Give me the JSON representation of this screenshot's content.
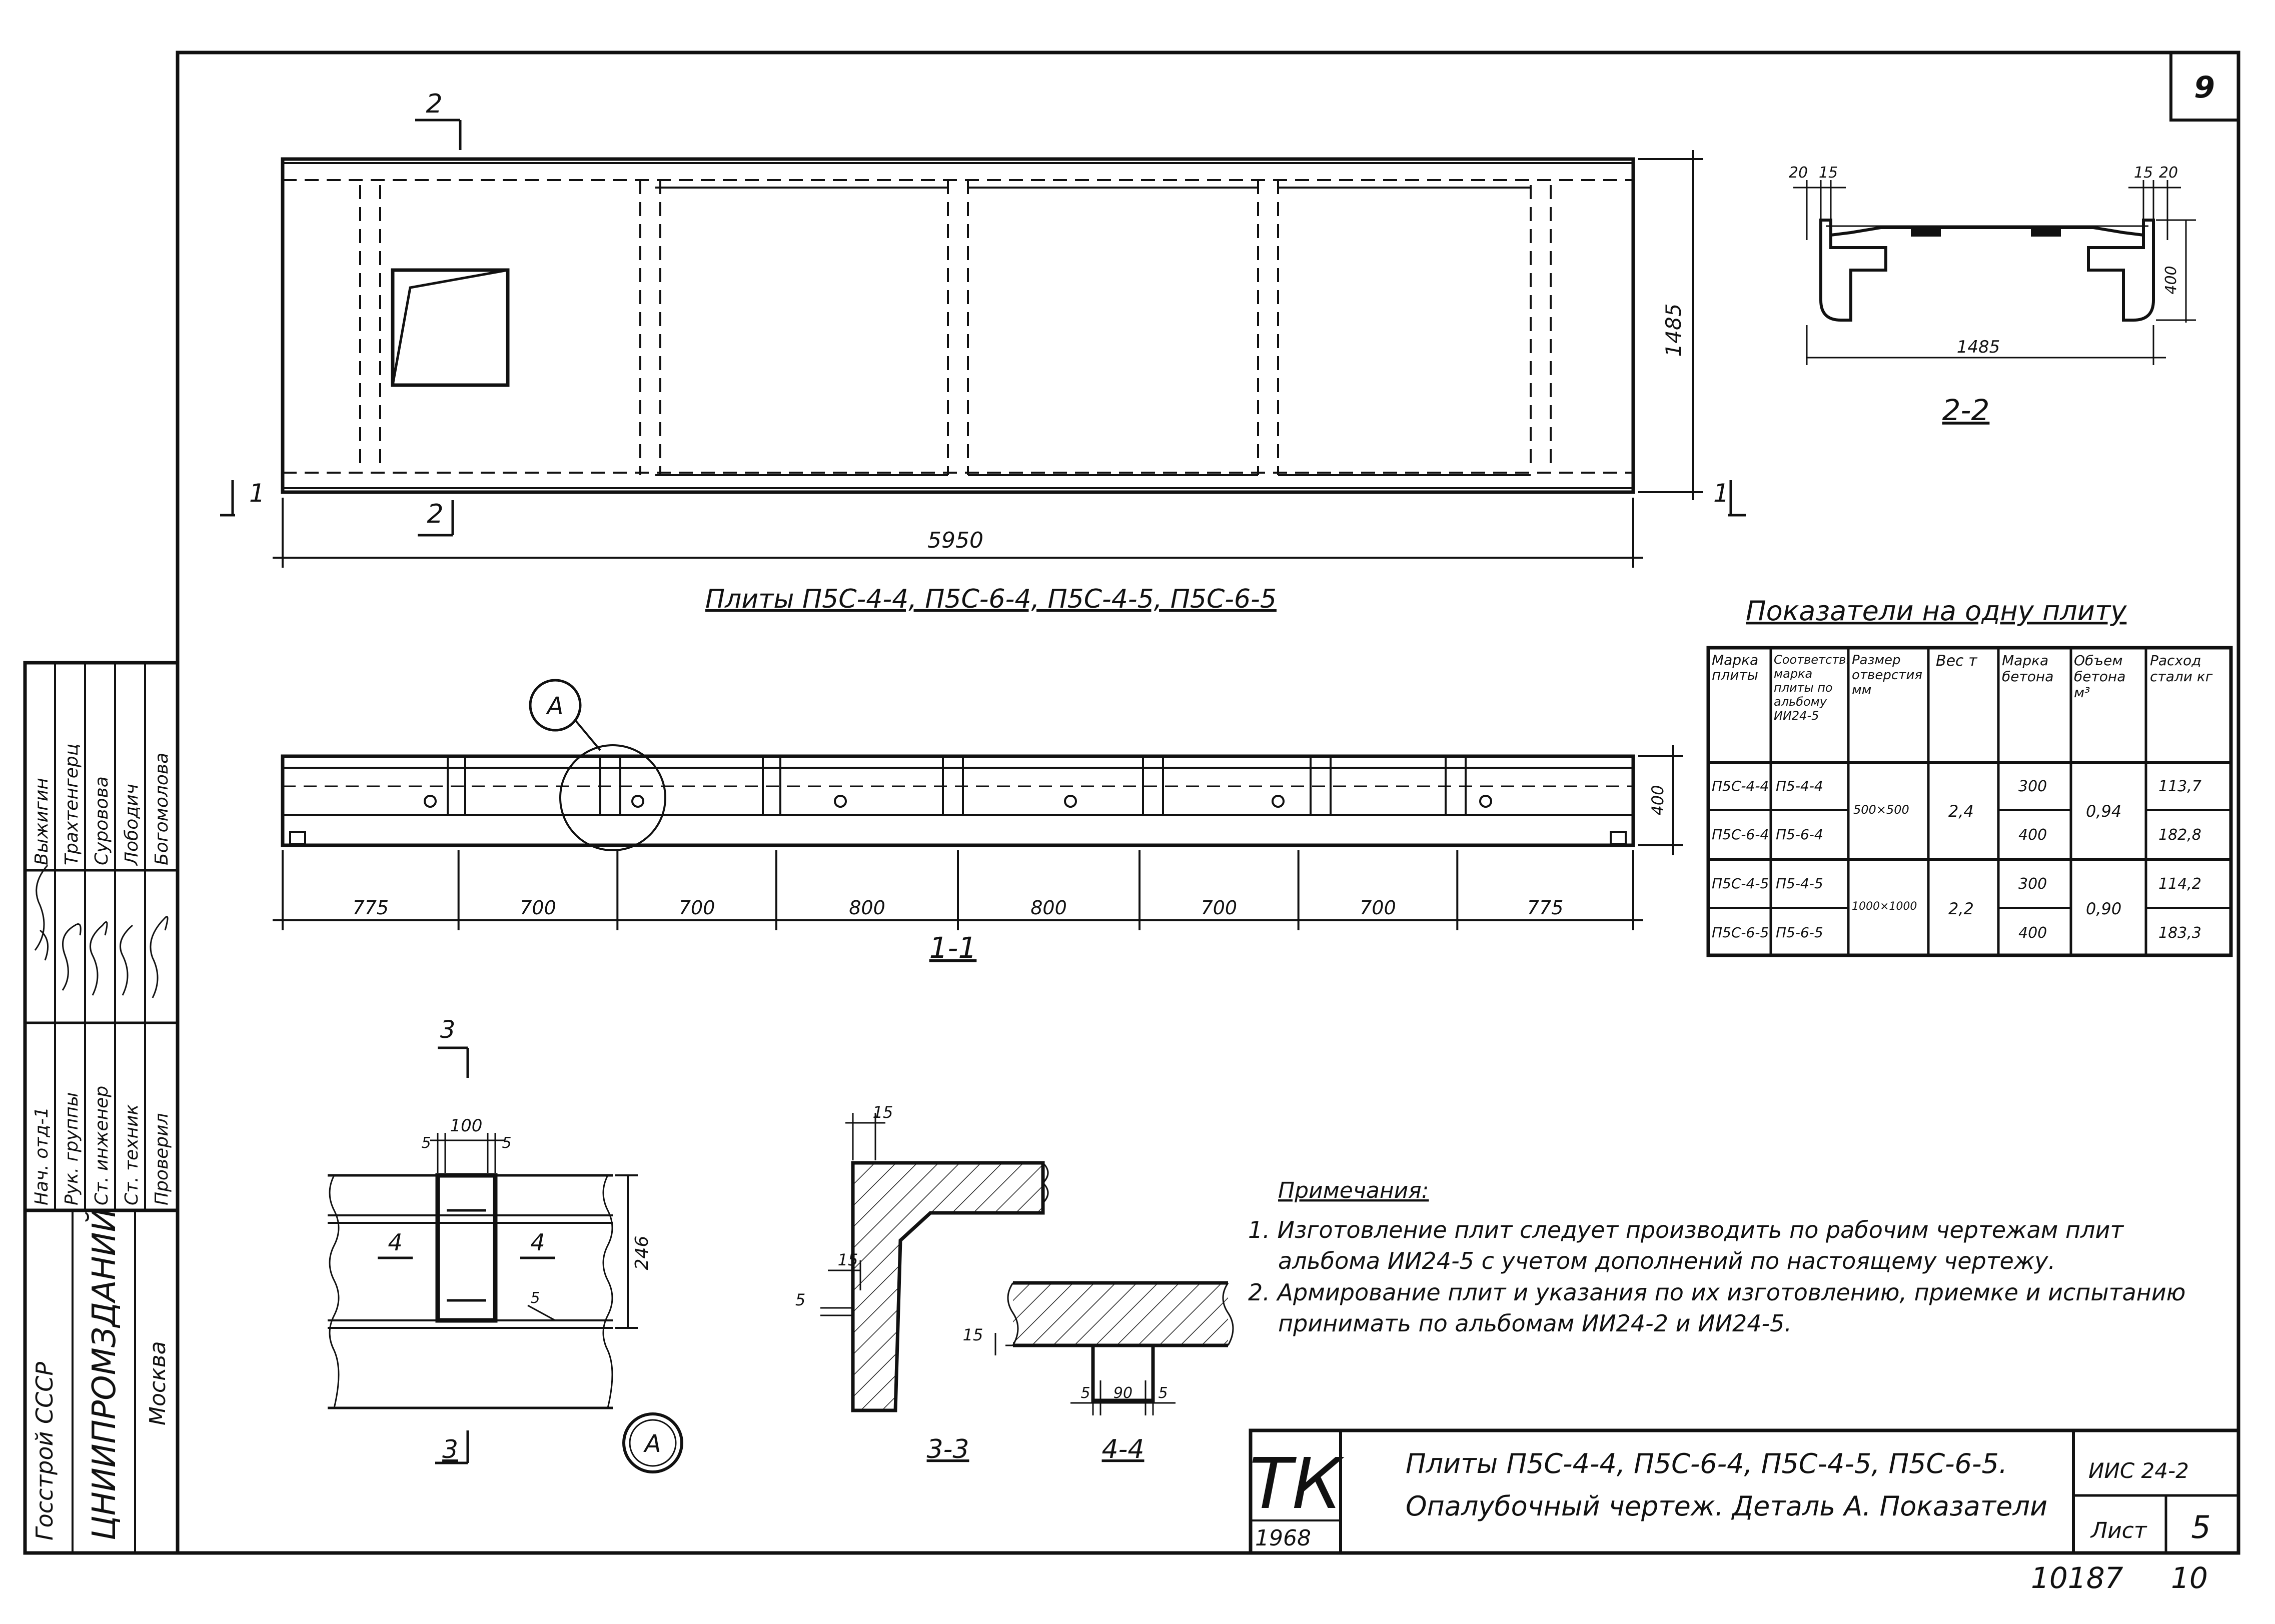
{
  "sheet_number": "9",
  "plan": {
    "caption": "Плиты П5С-4-4, П5С-6-4, П5С-4-5, П5С-6-5",
    "length": "5950",
    "width": "1485",
    "cut_1": "1",
    "cut_2": "2"
  },
  "section_2_2": {
    "label": "2-2",
    "dim_top_left_a": "20",
    "dim_top_left_b": "15",
    "dim_top_right_a": "15",
    "dim_top_right_b": "20",
    "height": "400",
    "width": "1485"
  },
  "section_1_1": {
    "label": "1-1",
    "detail_mark": "А",
    "height": "400",
    "spans": [
      "775",
      "700",
      "700",
      "800",
      "800",
      "700",
      "700",
      "775"
    ]
  },
  "indicators": {
    "title": "Показатели на одну плиту",
    "headers": [
      "Марка плиты",
      "Соответств. марка плиты по альбому ИИ24-5",
      "Размер отверстия мм",
      "Вес т",
      "Марка бетона",
      "Объем бетона м³",
      "Расход стали кг"
    ],
    "rows": [
      {
        "mark": "П5С-4-4",
        "album_mark": "П5-4-4",
        "concrete": "300",
        "steel": "113,7"
      },
      {
        "mark": "П5С-6-4",
        "album_mark": "П5-6-4",
        "concrete": "400",
        "steel": "182,8"
      },
      {
        "mark": "П5С-4-5",
        "album_mark": "П5-4-5",
        "concrete": "300",
        "steel": "114,2"
      },
      {
        "mark": "П5С-6-5",
        "album_mark": "П5-6-5",
        "concrete": "400",
        "steel": "183,3"
      }
    ],
    "groups": [
      {
        "hole": "500×500",
        "weight": "2,4",
        "volume": "0,94"
      },
      {
        "hole": "1000×1000",
        "weight": "2,2",
        "volume": "0,90"
      }
    ]
  },
  "detail_3": {
    "cut_label": "3",
    "dim_width": "100",
    "dim_edge_left": "5",
    "dim_edge_right": "5",
    "dim_side": "5",
    "height": "246",
    "section_left": "4",
    "section_right": "4",
    "label": "3",
    "detail_mark": "А"
  },
  "section_3_3": {
    "label": "3-3",
    "dim_top": "15",
    "dim_mid": "15",
    "dim_left": "5"
  },
  "section_4_4": {
    "label": "4-4",
    "dim_left_side": "15",
    "dim_a": "5",
    "dim_b": "90",
    "dim_c": "5"
  },
  "notes": {
    "title": "Примечания:",
    "items": [
      "1. Изготовление плит следует производить по рабочим чертежам плит",
      "альбома ИИ24-5 с учетом дополнений по настоящему чертежу.",
      "2. Армирование плит и указания по их изготовлению, приемке и испытанию",
      "принимать по альбомам ИИ24-2 и ИИ24-5."
    ]
  },
  "stamp": {
    "logo": "ТК",
    "year": "1968",
    "title_line1": "Плиты П5С-4-4, П5С-6-4, П5С-4-5, П5С-6-5.",
    "title_line2": "Опалубочный чертеж. Деталь А. Показатели",
    "album": "ИИС 24-2",
    "sheet_label": "Лист",
    "sheet_value": "5"
  },
  "side_block": {
    "org1": "Госстрой СССР",
    "org2": "ЦНИИПРОМЗДАНИЙ",
    "city": "Москва",
    "roles": [
      "Нач. отд-1",
      "Рук. группы",
      "Ст. инженер",
      "Ст. техник",
      "Проверил"
    ],
    "names": [
      "Выжигин",
      "Трахтенгерц",
      "Суровова",
      "Лободич",
      "Богомолова"
    ]
  },
  "footer": {
    "code_a": "10187",
    "code_b": "10"
  }
}
